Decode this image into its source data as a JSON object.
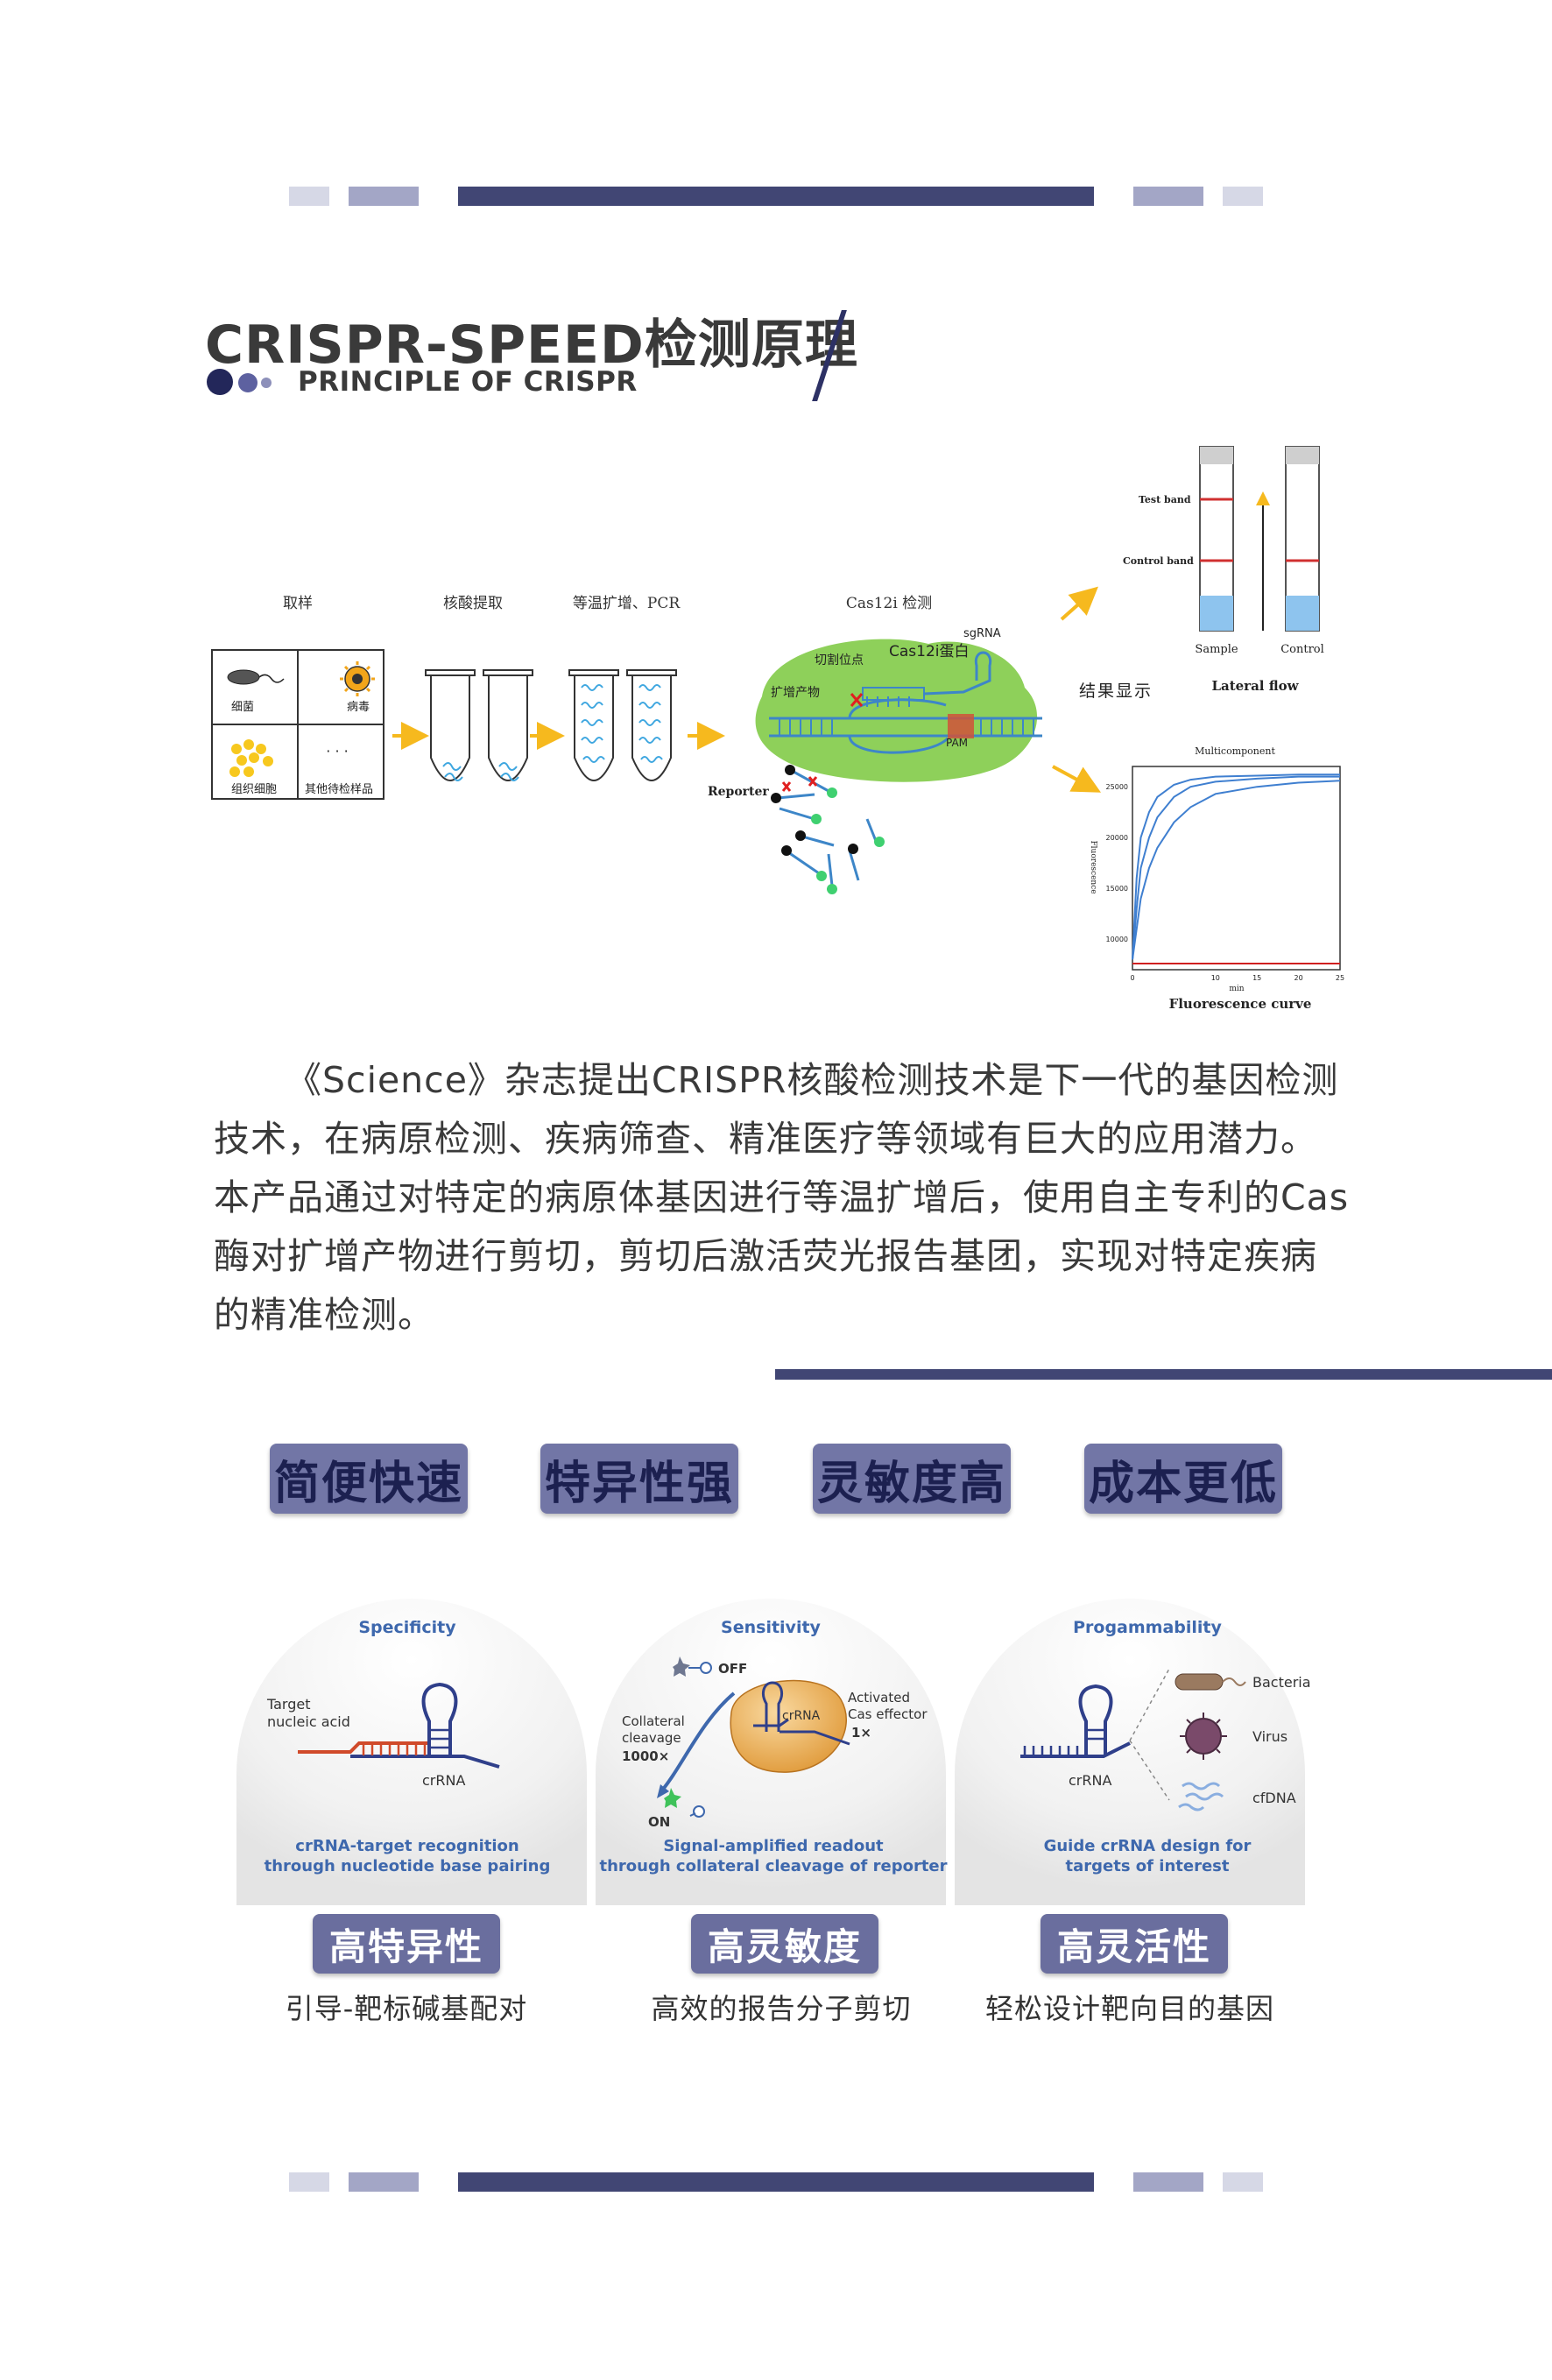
{
  "header": {
    "title": "CRISPR-SPEED检测原理",
    "subtitle": "PRINCIPLE OF CRISPR"
  },
  "colors": {
    "navy": "#414674",
    "mid": "#a3a6c6",
    "light": "#d6d8e6",
    "accent_yellow": "#f6b91e",
    "cas_green": "#8ed05a"
  },
  "diagram": {
    "steps": {
      "sampling": "取样",
      "extraction": "核酸提取",
      "amplification": "等温扩增、PCR",
      "detection": "Cas12i 检测"
    },
    "samples": {
      "bacteria": "细菌",
      "virus": "病毒",
      "tissue": "组织细胞",
      "other": "其他待检样品",
      "dots": "· · ·"
    },
    "cas": {
      "protein": "Cas12i蛋白",
      "sgrna": "sgRNA",
      "cut_site": "切割位点",
      "product": "扩增产物",
      "pam": "PAM",
      "reporter": "Reporter"
    },
    "result_label": "结果显示",
    "lateral_flow": {
      "test_band": "Test band",
      "control_band": "Control band",
      "sample": "Sample",
      "control": "Control",
      "caption": "Lateral flow"
    },
    "fluor": {
      "title": "Multicomponent",
      "ylabel": "Fluorescence",
      "xlabel": "min",
      "caption": "Fluorescence curve",
      "yticks": [
        "25000",
        "20000",
        "15000",
        "10000"
      ],
      "xticks": [
        "0",
        "10",
        "15",
        "20",
        "25"
      ]
    }
  },
  "paragraph": "《Science》杂志提出CRISPR核酸检测技术是下一代的基因检测技术，在病原检测、疾病筛查、精准医疗等领域有巨大的应用潜力。本产品通过对特定的病原体基因进行等温扩增后，使用自主专利的Cas酶对扩增产物进行剪切，剪切后激活荧光报告基团，实现对特定疾病的精准检测。",
  "features": [
    "简便快速",
    "特异性强",
    "灵敏度高",
    "成本更低"
  ],
  "panels": [
    {
      "title": "Specificity",
      "label_target": "Target",
      "label_target2": "nucleic acid",
      "label_crrna": "crRNA",
      "caption1": "crRNA-target recognition",
      "caption2": "through nucleotide base pairing",
      "pill": "高特异性",
      "sub": "引导-靶标碱基配对"
    },
    {
      "title": "Sensitivity",
      "label_off": "OFF",
      "label_on": "ON",
      "label_collateral": "Collateral",
      "label_collateral2": "cleavage",
      "label_collateral3": "1000×",
      "label_activated": "Activated",
      "label_activated2": "Cas effector",
      "label_activated3": "1×",
      "label_crrna": "crRNA",
      "caption1": "Signal-amplified readout",
      "caption2": "through collateral cleavage of reporter",
      "pill": "高灵敏度",
      "sub": "高效的报告分子剪切"
    },
    {
      "title": "Progammability",
      "label_bacteria": "Bacteria",
      "label_virus": "Virus",
      "label_cfdna": "cfDNA",
      "label_crrna": "crRNA",
      "caption1": "Guide crRNA design for",
      "caption2": "targets of interest",
      "pill": "高灵活性",
      "sub": "轻松设计靶向目的基因"
    }
  ],
  "chart_data": {
    "type": "line",
    "title": "Multicomponent",
    "xlabel": "min",
    "ylabel": "Fluorescence",
    "xlim": [
      0,
      25
    ],
    "ylim": [
      7000,
      27000
    ],
    "series": [
      {
        "x": [
          0,
          0.5,
          1,
          2,
          3,
          5,
          7,
          10,
          15,
          20,
          25
        ],
        "y": [
          8000,
          16000,
          20000,
          22500,
          24000,
          25200,
          25700,
          26000,
          26100,
          26200,
          26200
        ]
      },
      {
        "x": [
          0,
          0.5,
          1,
          2,
          3,
          5,
          7,
          10,
          15,
          20,
          25
        ],
        "y": [
          8000,
          13000,
          17000,
          20000,
          22000,
          24000,
          25000,
          25500,
          25800,
          26000,
          26000
        ]
      },
      {
        "x": [
          0,
          0.5,
          1,
          2,
          3,
          5,
          7,
          10,
          15,
          20,
          25
        ],
        "y": [
          8000,
          11000,
          14000,
          17000,
          19000,
          21500,
          23000,
          24300,
          25000,
          25400,
          25600
        ]
      },
      {
        "x": [
          0,
          25
        ],
        "y": [
          7600,
          7600
        ]
      }
    ]
  }
}
